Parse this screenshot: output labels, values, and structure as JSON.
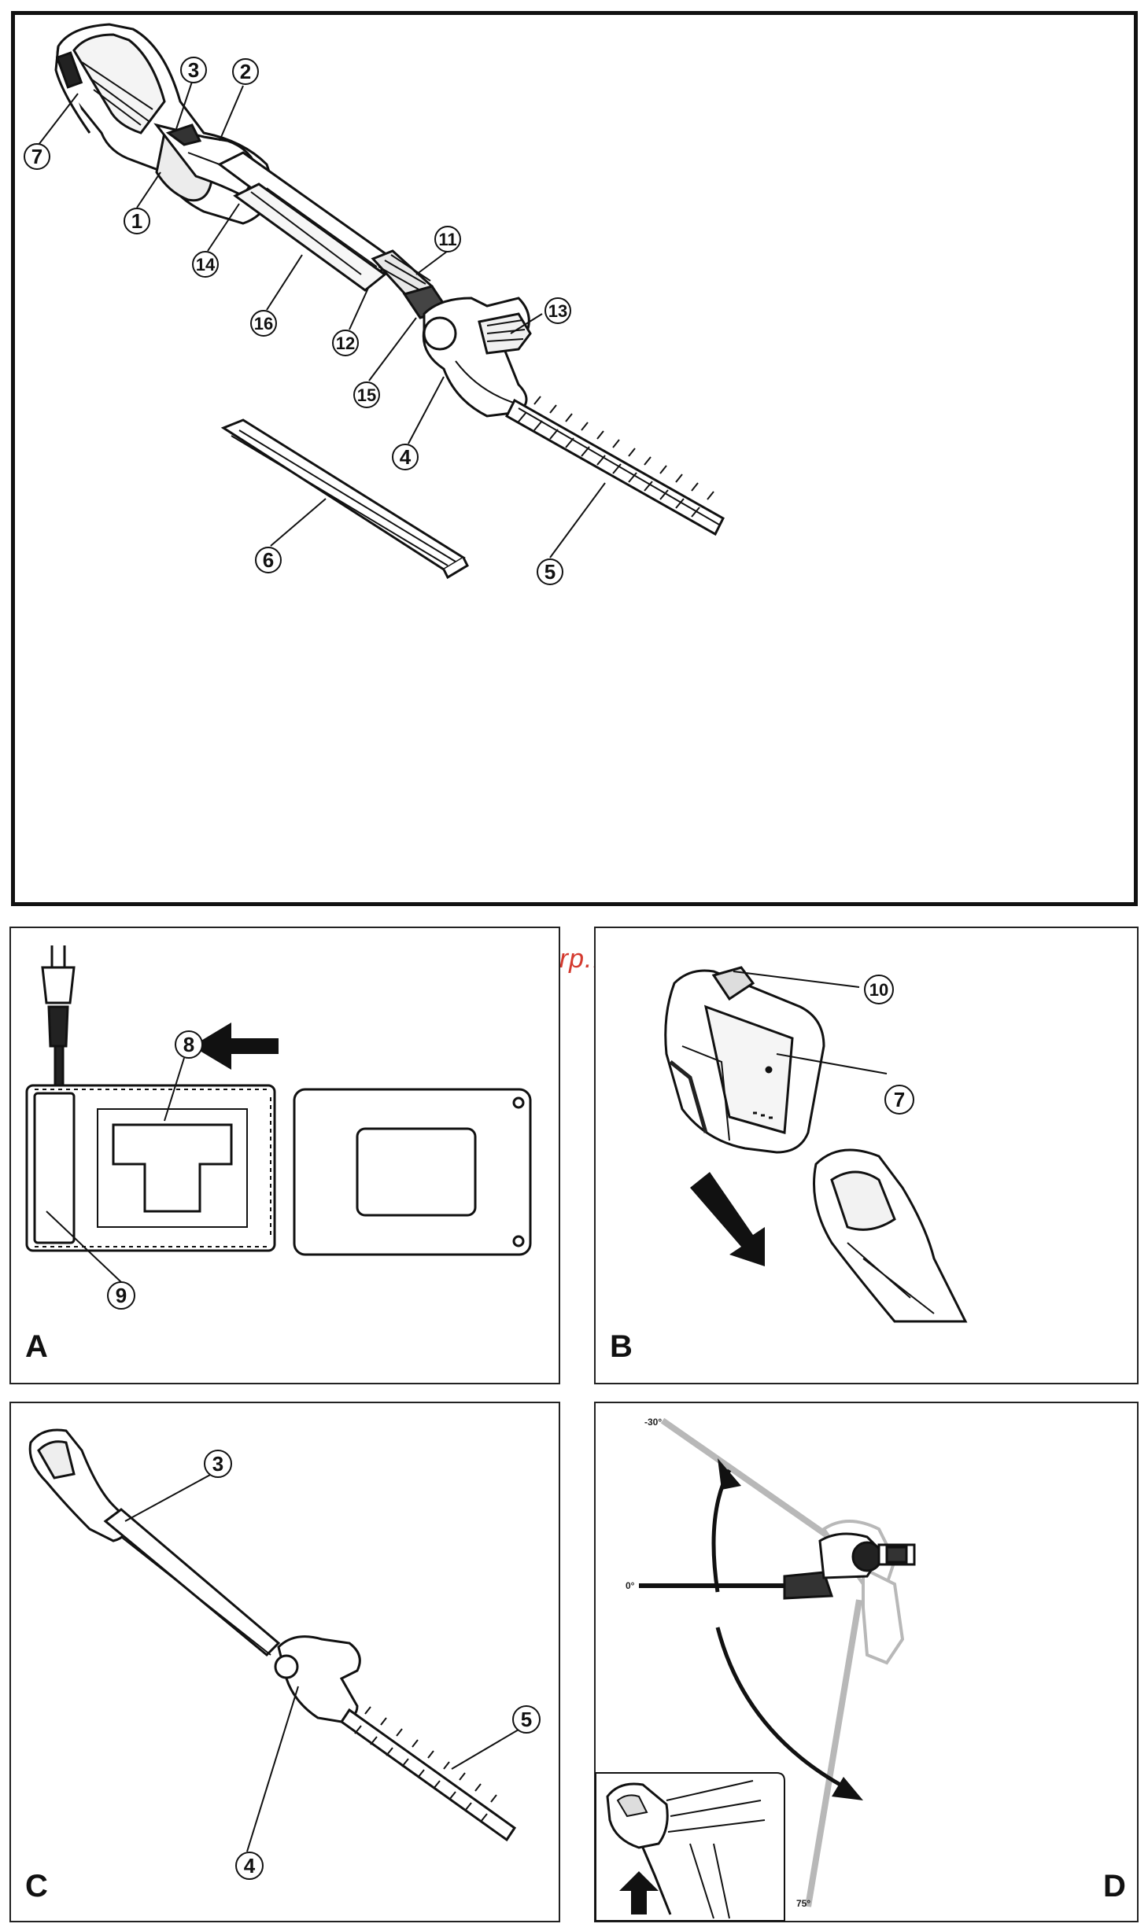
{
  "watermark": "McGrp.Ru",
  "main": {
    "callouts": [
      "1",
      "2",
      "3",
      "4",
      "5",
      "6",
      "7",
      "11",
      "12",
      "13",
      "14",
      "15",
      "16"
    ]
  },
  "panel_a": {
    "letter": "A",
    "callouts": [
      "8",
      "9"
    ]
  },
  "panel_b": {
    "letter": "B",
    "callouts": [
      "10",
      "7"
    ]
  },
  "panel_c": {
    "letter": "C",
    "callouts": [
      "3",
      "4",
      "5"
    ]
  },
  "panel_d": {
    "letter": "D",
    "angles": {
      "upper": "-30°",
      "middle": "0°",
      "lower": "75°"
    }
  },
  "colors": {
    "line": "#111111",
    "grey_pole": "#b8b8b8",
    "watermark": "#d43a2f"
  }
}
